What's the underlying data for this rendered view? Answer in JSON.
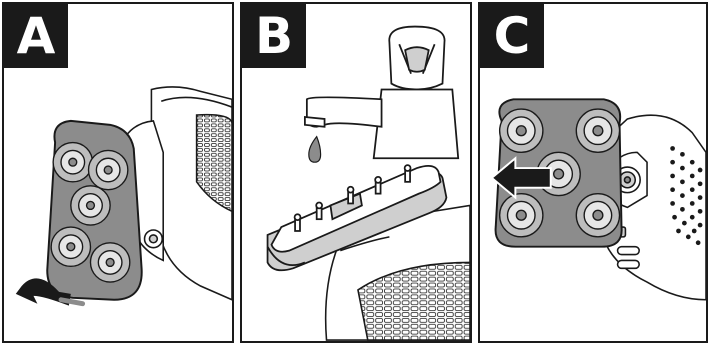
{
  "panels": [
    {
      "label": "A"
    },
    {
      "label": "B"
    },
    {
      "label": "C"
    }
  ],
  "colors": {
    "outline": "#1a1a1a",
    "shaver_head": "#8c8c8c",
    "cutter": "#bdbdbd",
    "grid_fill": "#e6e6e6"
  },
  "icons": [
    "arrow-curved-icon",
    "water-drop-icon",
    "arrow-left-icon"
  ]
}
